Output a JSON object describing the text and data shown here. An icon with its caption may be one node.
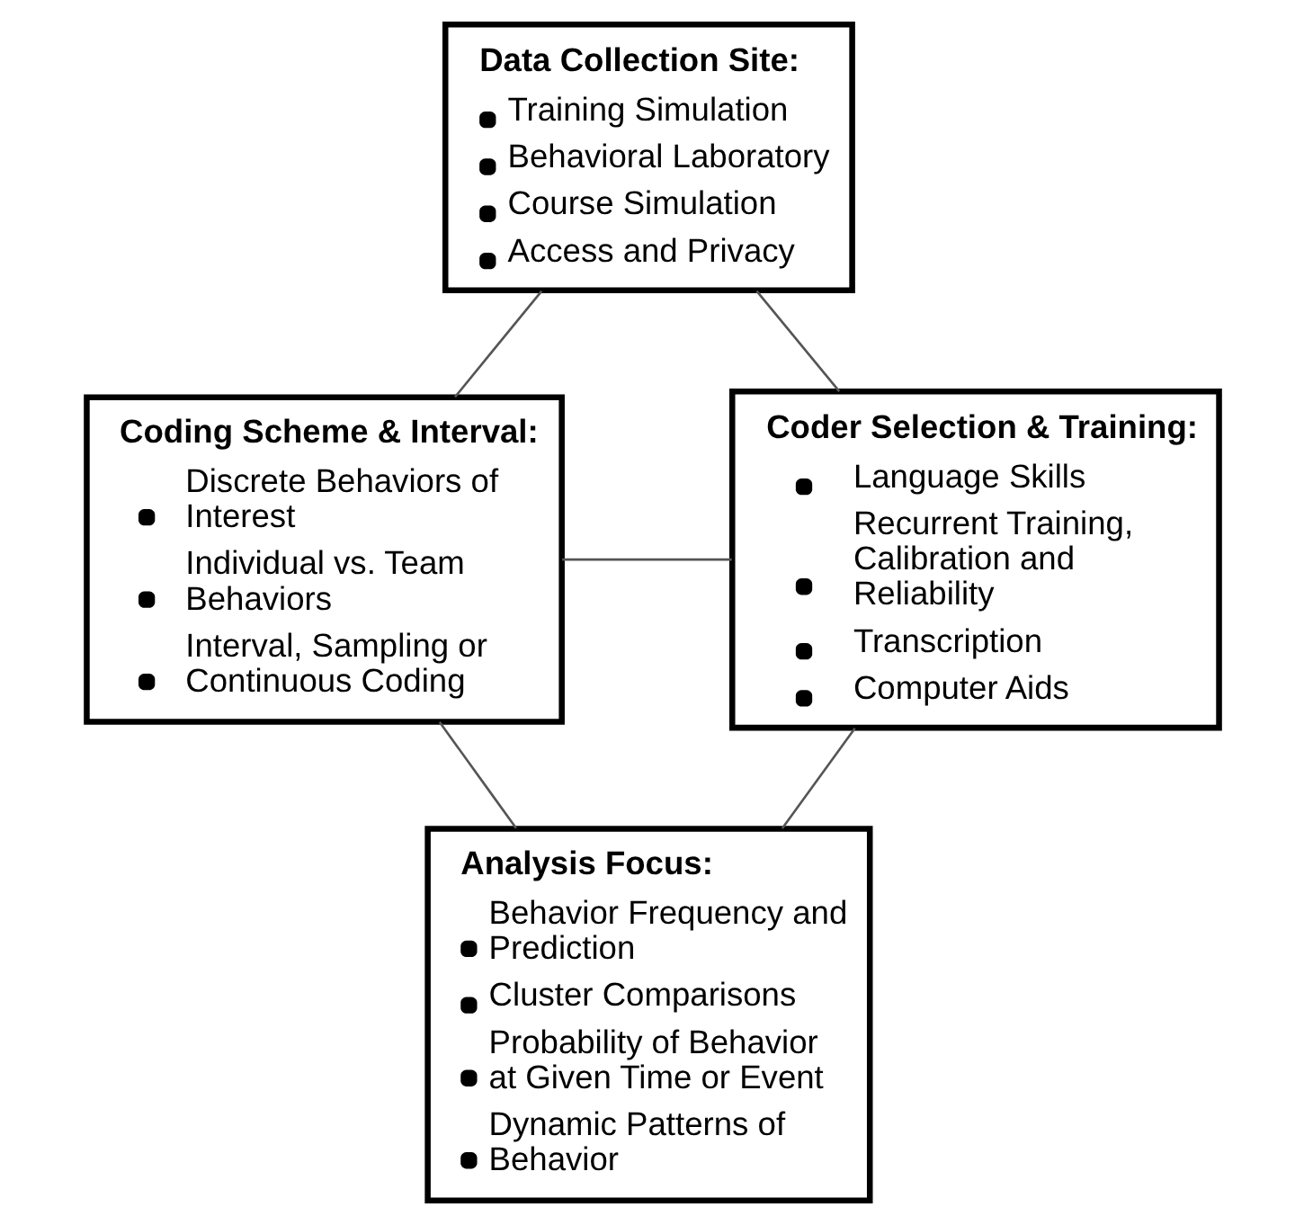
{
  "diagram": {
    "nodes": [
      {
        "text": [
          "Data Collection Site:",
          "Training Simulation",
          "Behavioral Laboratory",
          "Course Simulation",
          "Access and Privacy"
        ]
      },
      {
        "text": [
          "Coding Scheme & Interval:",
          "Discrete Behaviors of Interest",
          "Individual vs. Team Behaviors",
          "Interval, Sampling or Continuous Coding"
        ]
      },
      {
        "text": [
          "Coder Selection & Training:",
          "Language Skills",
          "Recurrent Training, Calibration and Reliability",
          "Transcription",
          "Computer Aids"
        ]
      },
      {
        "text": [
          "Analysis Focus:",
          "Behavior Frequency and Prediction",
          "Cluster Comparisons",
          "Probability of Behavior at Given Time or Event",
          "Dynamic Patterns of Behavior"
        ]
      }
    ],
    "edges": [
      {
        "from": 0,
        "to": 1,
        "arrow": "none"
      },
      {
        "from": 0,
        "to": 2,
        "arrow": "none"
      },
      {
        "from": 1,
        "to": 2,
        "arrow": "none"
      },
      {
        "from": 1,
        "to": 3,
        "arrow": "none"
      },
      {
        "from": 2,
        "to": 3,
        "arrow": "none"
      }
    ]
  }
}
